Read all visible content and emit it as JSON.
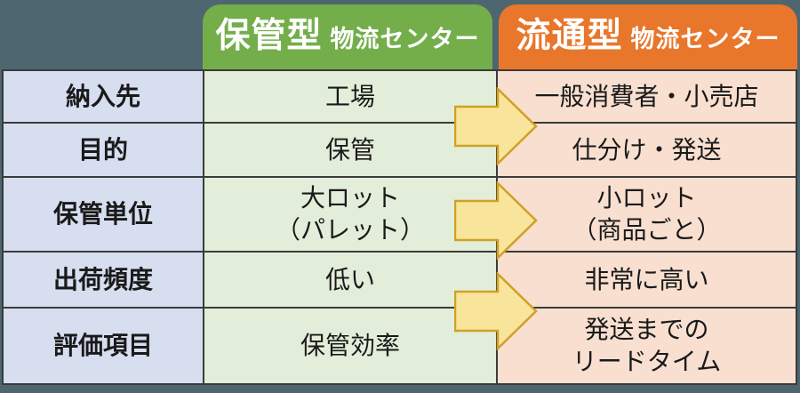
{
  "header": {
    "green": {
      "title": "保管型",
      "subtitle": "物流センター"
    },
    "orange": {
      "title": "流通型",
      "subtitle": "物流センター"
    }
  },
  "rows": [
    {
      "label": "納入先",
      "green": "工場",
      "orange": "一般消費者・小売店"
    },
    {
      "label": "目的",
      "green": "保管",
      "orange": "仕分け・発送"
    },
    {
      "label": "保管単位",
      "green": "大ロット\n（パレット）",
      "orange": "小ロット\n（商品ごと）"
    },
    {
      "label": "出荷頻度",
      "green": "低い",
      "orange": "非常に高い"
    },
    {
      "label": "評価項目",
      "green": "保管効率",
      "orange": "発送までの\nリードタイム"
    }
  ],
  "icons": {
    "arrow": "right-block-arrow"
  },
  "colors": {
    "background": "#4D6670",
    "header_green": "#73AE4B",
    "header_orange": "#E8762B",
    "cell_label": "#D6DEF0",
    "cell_green": "#E3EEDA",
    "cell_orange": "#F8DFD0",
    "border": "#3B3B3B",
    "arrow_fill": "#F9E49B",
    "arrow_stroke": "#CFA125",
    "header_text": "#FFFFFF",
    "body_text": "#1A1A1A"
  }
}
